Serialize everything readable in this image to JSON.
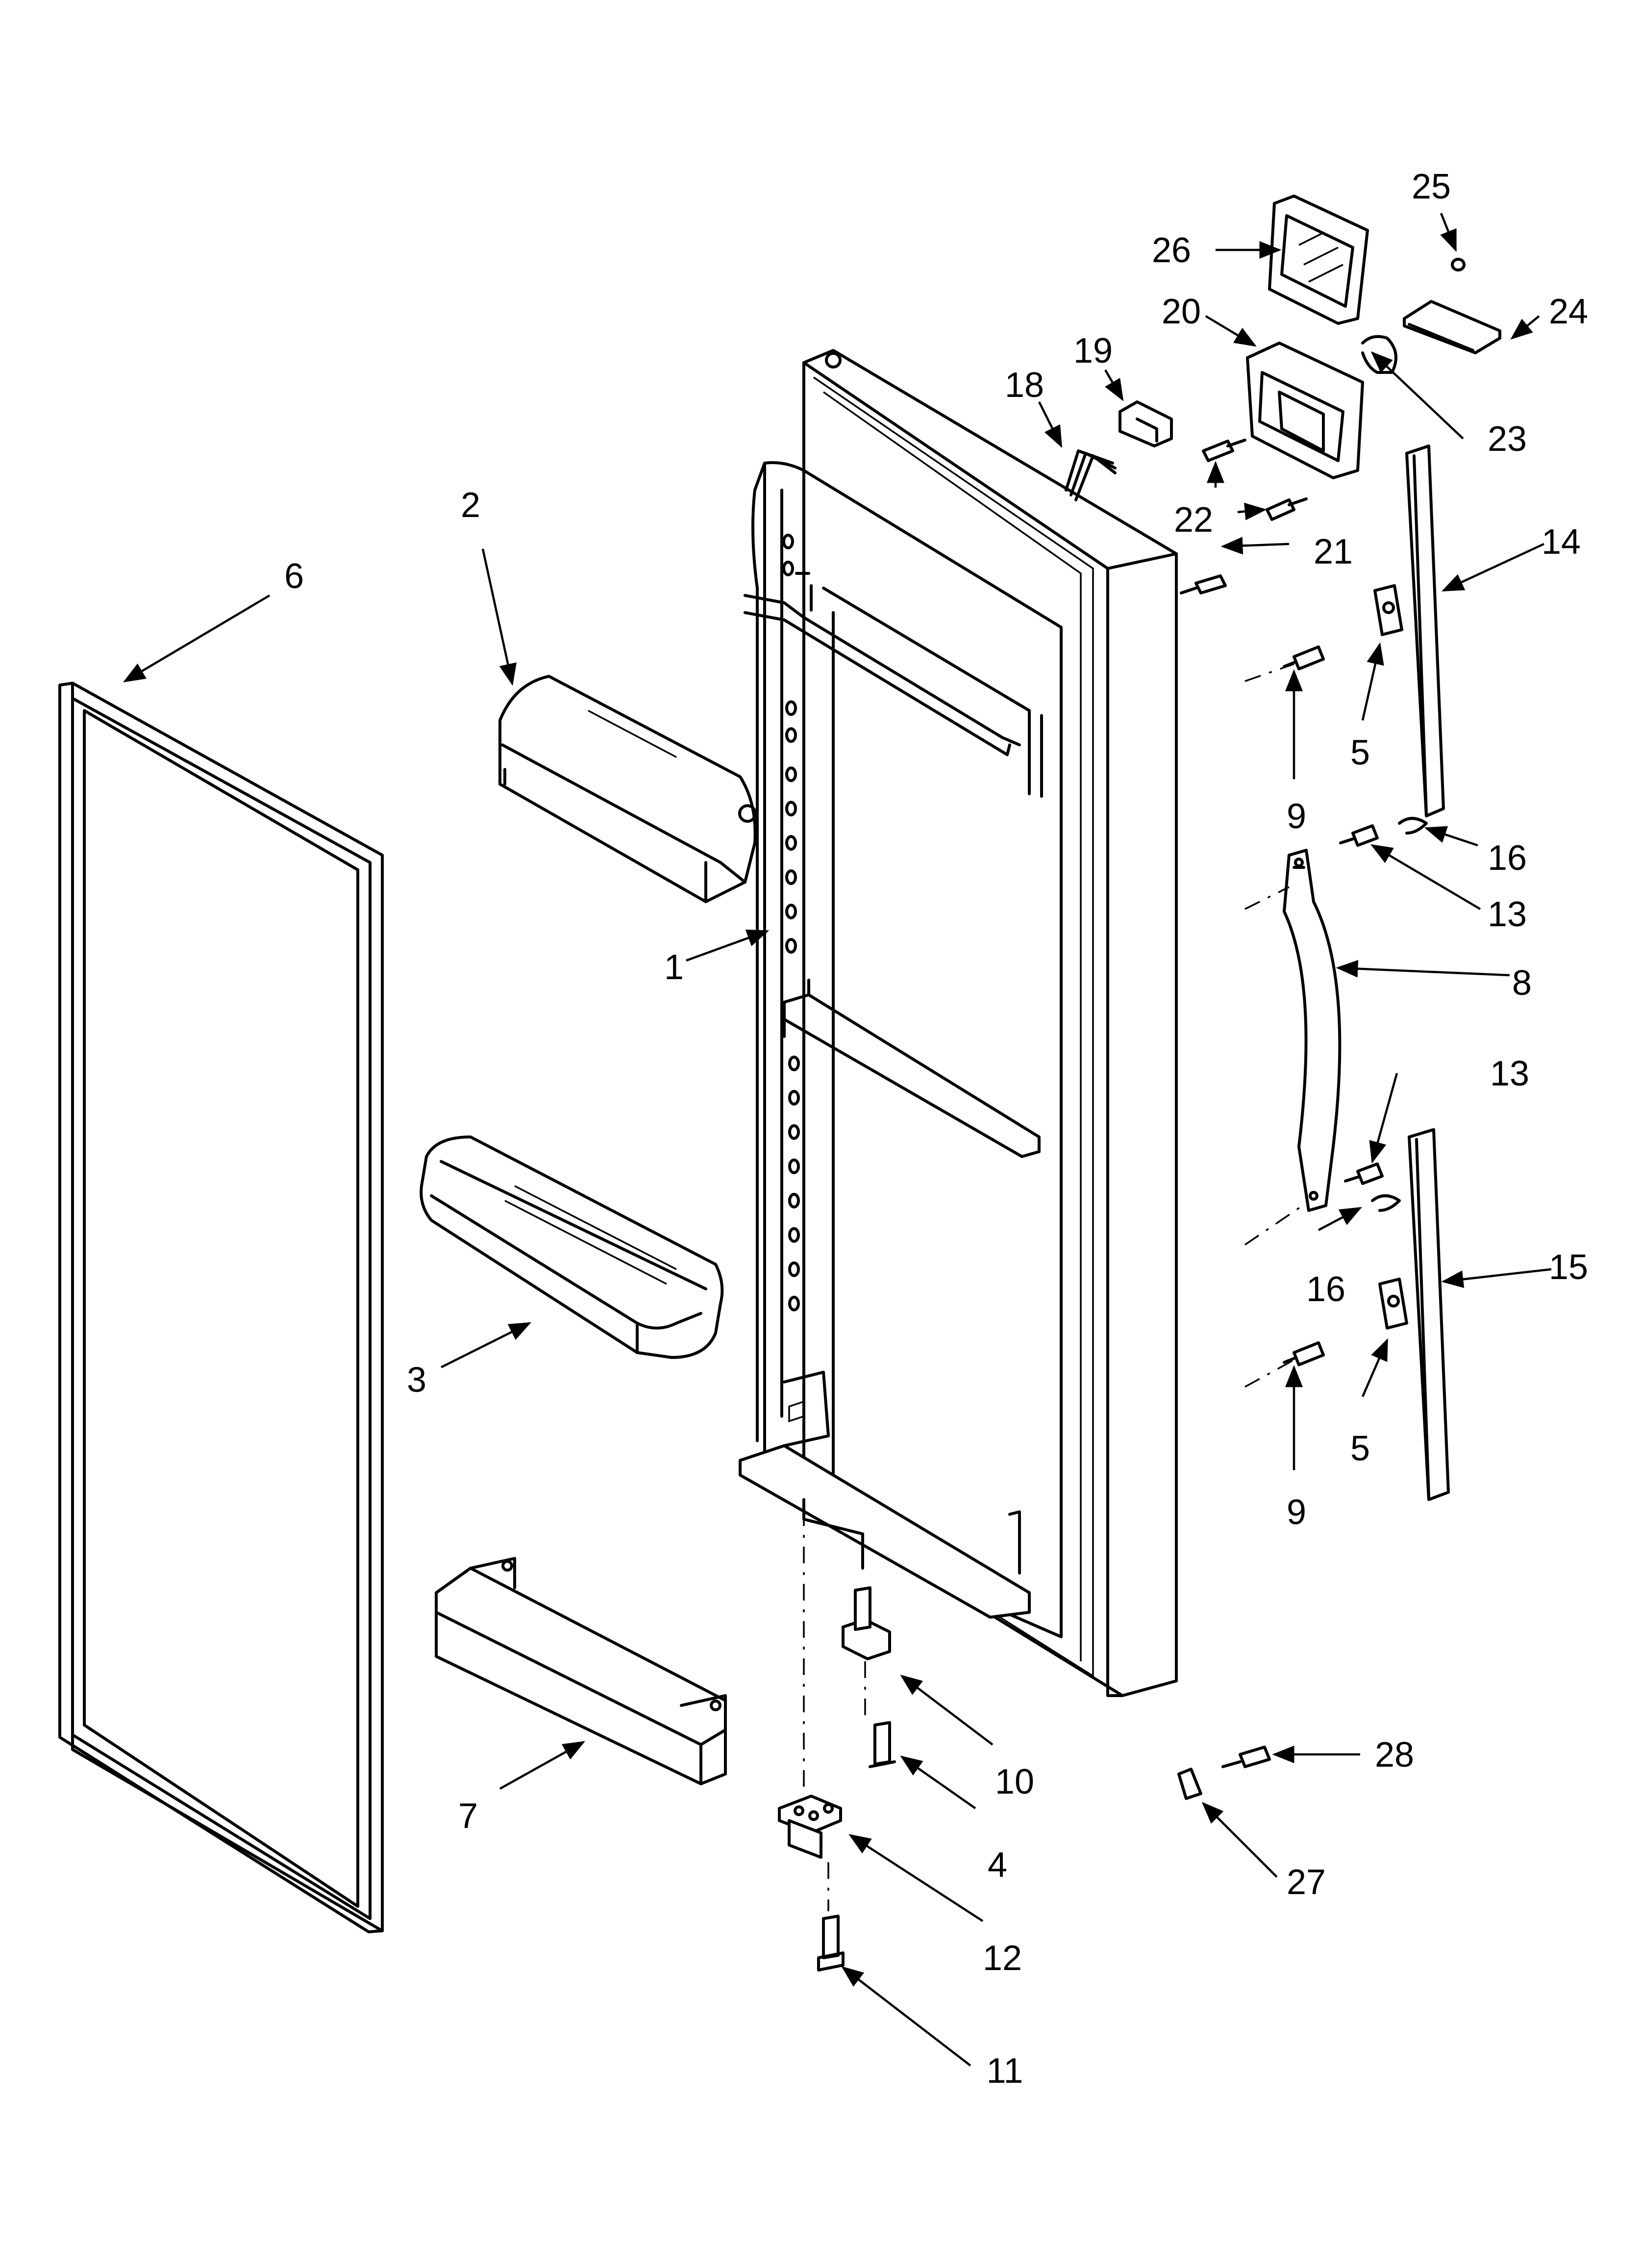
{
  "diagram": {
    "labels": {
      "p1": "1",
      "p2": "2",
      "p3": "3",
      "p4": "4",
      "p5a": "5",
      "p5b": "5",
      "p6": "6",
      "p7": "7",
      "p8": "8",
      "p9a": "9",
      "p9b": "9",
      "p10": "10",
      "p11": "11",
      "p12": "12",
      "p13a": "13",
      "p13b": "13",
      "p14": "14",
      "p15": "15",
      "p16a": "16",
      "p16b": "16",
      "p18": "18",
      "p19": "19",
      "p20": "20",
      "p21": "21",
      "p22a": "22",
      "p22b": "22",
      "p23": "23",
      "p24": "24",
      "p25": "25",
      "p26": "26",
      "p27": "27",
      "p28": "28"
    }
  }
}
